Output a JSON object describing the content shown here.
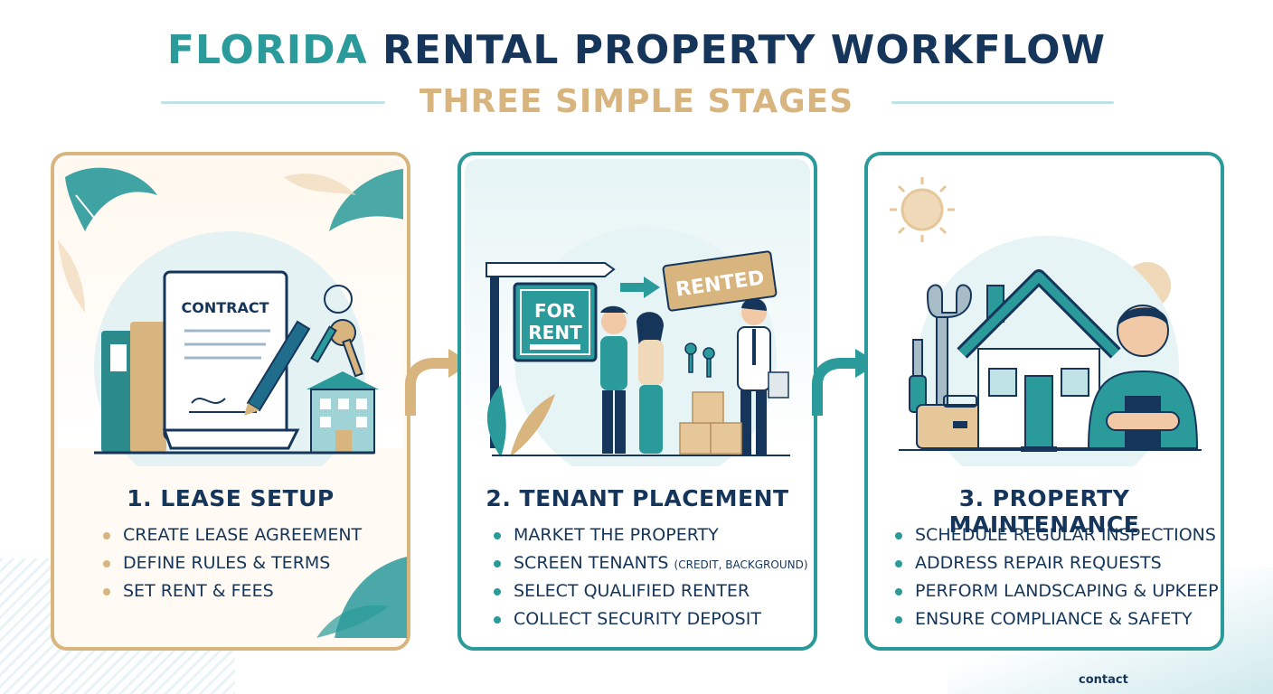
{
  "header": {
    "title_part1": "FLORIDA",
    "title_part2": "RENTAL PROPERTY WORKFLOW",
    "subtitle": "THREE SIMPLE STAGES"
  },
  "stages": [
    {
      "title": "1. LEASE SETUP",
      "items": [
        "CREATE LEASE AGREEMENT",
        "DEFINE RULES & TERMS",
        "SET RENT & FEES"
      ],
      "illustration_label": "CONTRACT"
    },
    {
      "title": "2. TENANT PLACEMENT",
      "items": [
        "MARKET THE PROPERTY",
        "SCREEN TENANTS",
        "SELECT QUALIFIED RENTER",
        "COLLECT SECURITY DEPOSIT"
      ],
      "item2_note": "(CREDIT, BACKGROUND)",
      "sign_label": "FOR RENT",
      "rented_label": "RENTED"
    },
    {
      "title": "3. PROPERTY MAINTENANCE",
      "items": [
        "SCHEDULE REGULAR INSPECTIONS",
        "ADDRESS REPAIR REQUESTS",
        "PERFORM LANDSCAPING & UPKEEP",
        "ENSURE COMPLIANCE & SAFETY"
      ]
    }
  ],
  "footer": {
    "contact": "contact"
  },
  "colors": {
    "teal": "#2a9a9a",
    "navy": "#15365a",
    "sand": "#d8b47e",
    "light_teal": "#cfe9ec"
  }
}
